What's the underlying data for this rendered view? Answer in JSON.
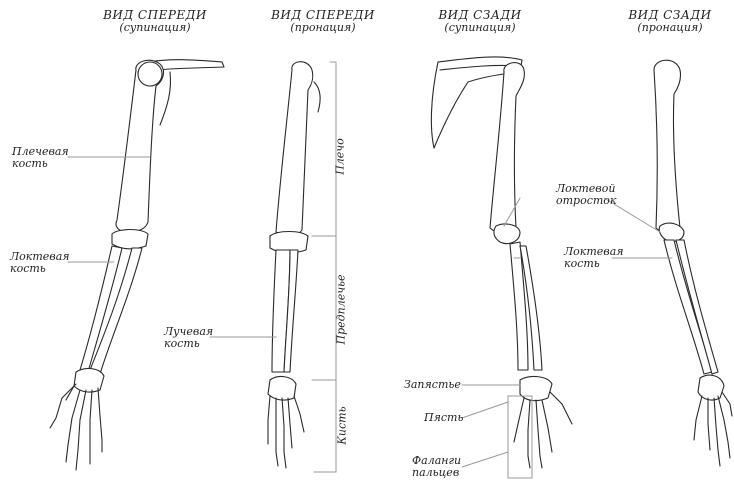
{
  "views": [
    {
      "title": "ВИД СПЕРЕДИ",
      "subtitle": "(супинация)"
    },
    {
      "title": "ВИД СПЕРЕДИ",
      "subtitle": "(пронация)"
    },
    {
      "title": "ВИД СЗАДИ",
      "subtitle": "(супинация)"
    },
    {
      "title": "ВИД СЗАДИ",
      "subtitle": "(пронация)"
    }
  ],
  "labels": {
    "humerus": [
      "Плечевая",
      "кость"
    ],
    "ulna_front": [
      "Локтевая",
      "кость"
    ],
    "radius": [
      "Лучевая",
      "кость"
    ],
    "olecranon": [
      "Локтевой",
      "отросток"
    ],
    "ulna_back": [
      "Локтевая",
      "кость"
    ],
    "wrist": "Запястье",
    "metacarpus": "Пясть",
    "phalanges": [
      "Фаланги",
      "пальцев"
    ]
  },
  "segments": {
    "shoulder": "Плечо",
    "forearm": "Предплечье",
    "hand": "Кисть"
  },
  "colors": {
    "line": "#2a2a2a",
    "leader": "#9a9a9a",
    "fill": "#ffffff"
  }
}
